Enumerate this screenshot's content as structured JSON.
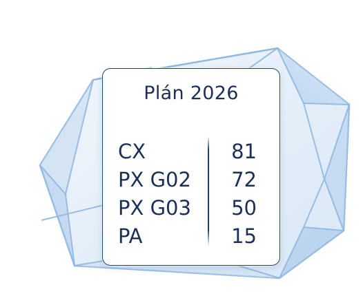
{
  "card": {
    "title": "Plán 2026",
    "rows": [
      {
        "label": "CX",
        "value": "81"
      },
      {
        "label": "PX G02",
        "value": "72"
      },
      {
        "label": "PX G03",
        "value": "50"
      },
      {
        "label": "PA",
        "value": "15"
      }
    ]
  },
  "colors": {
    "text": "#1b2f58",
    "border": "#1e3d6b",
    "crystal_fill": "#cfe1f4",
    "crystal_edge": "#8fb8e2"
  }
}
